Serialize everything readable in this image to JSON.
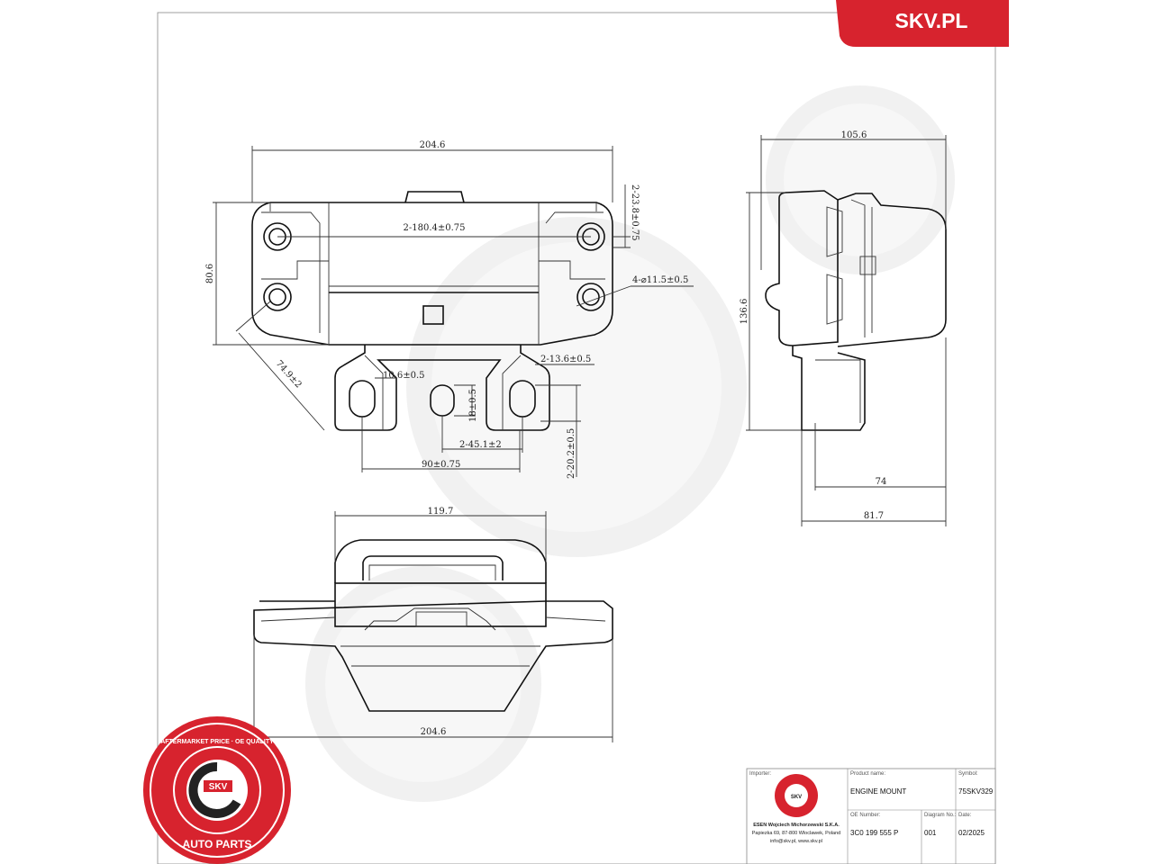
{
  "brand": {
    "name": "SKV.PL",
    "accent": "#d7232e"
  },
  "seal": {
    "ring_text": "AFTERMARKET PRICE · OE QUALITY",
    "bottom_text": "AUTO PARTS",
    "center": "SKV"
  },
  "dimensions": {
    "front_width": "204.6",
    "hole_spacing": "2-180.4±0.75",
    "hole_vertical": "2-23.8±0.75",
    "front_height": "80.6",
    "hole_diameter": "4-⌀11.5±0.5",
    "diagonal": "74.9±2",
    "slot_width": "10.6±0.5",
    "slot_offset": "2-13.6±0.5",
    "slot_height": "18±0.5",
    "slot_spacing": "2-45.1±2",
    "bracket_spacing": "90±0.75",
    "bracket_drop": "2-20.2±0.5",
    "side_width": "105.6",
    "side_height": "136.6",
    "side_74": "74",
    "side_817": "81.7",
    "top_width": "119.7",
    "bottom_width": "204.6"
  },
  "title_block": {
    "importer_label": "Importer:",
    "importer_name": "ESEN Wojciech Michorzewski S.K.A.",
    "importer_address": "Papiezka 69, 87-800 Wloclawek, Poland",
    "importer_contact": "info@skv.pl, www.skv.pl",
    "product_label": "Product name:",
    "product_name": "ENGINE MOUNT",
    "symbol_label": "Symbol:",
    "symbol_value": "75SKV329",
    "oe_label": "OE Number:",
    "oe_value": "3C0 199 555 P",
    "diagram_label": "Diagram No.:",
    "diagram_value": "001",
    "date_label": "Date:",
    "date_value": "02/2025"
  }
}
